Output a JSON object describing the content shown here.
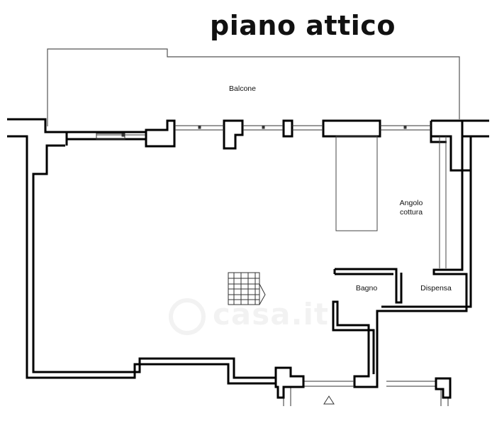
{
  "plan": {
    "title": "piano attico",
    "rooms": {
      "balcone": "Balcone",
      "angolo_cottura_line1": "Angolo",
      "angolo_cottura_line2": "cottura",
      "bagno": "Bagno",
      "dispensa": "Dispensa"
    },
    "watermark": "casa.it",
    "colors": {
      "wall": "#000000",
      "line": "#333333",
      "background": "#ffffff"
    }
  }
}
